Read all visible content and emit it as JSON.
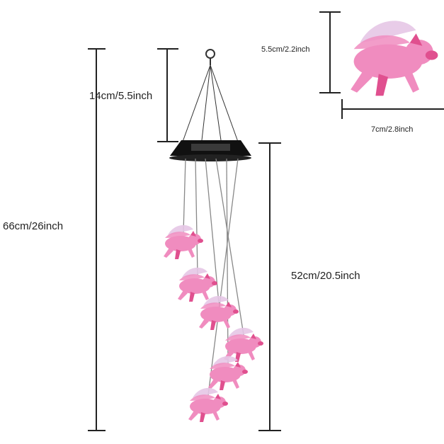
{
  "dimensions": {
    "total_length": "66cm/26inch",
    "hook_to_top": "14cm/5.5inch",
    "chain_length": "52cm/20.5inch",
    "pig_height": "5.5cm/2.2inch",
    "pig_width": "7cm/2.8inch"
  },
  "colors": {
    "pig_pink": "#f08cbf",
    "pig_dark": "#e0508f",
    "wing": "#e6c6e6",
    "solar_top": "#111111",
    "line": "#222222"
  },
  "product": {
    "pendant_count": 6
  }
}
